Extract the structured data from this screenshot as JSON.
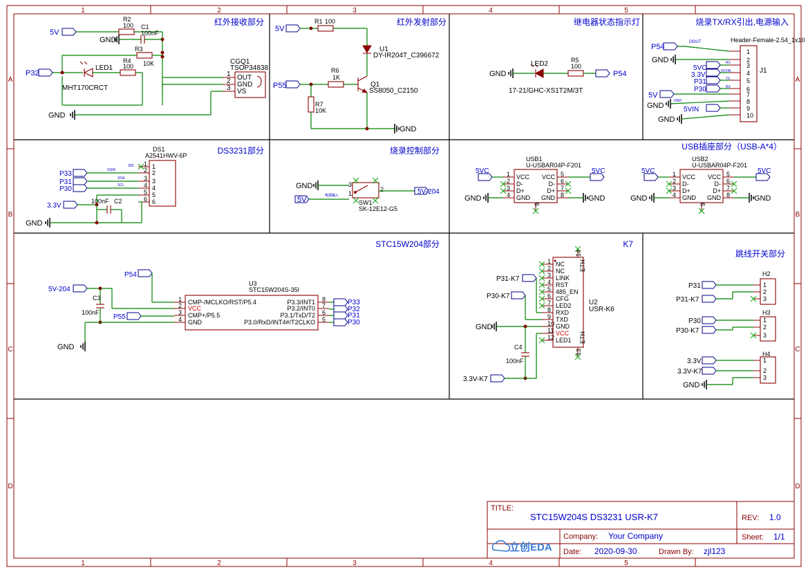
{
  "ruler": {
    "cols": [
      "1",
      "2",
      "3",
      "4",
      "5"
    ],
    "rows": [
      "A",
      "B",
      "C",
      "D"
    ]
  },
  "sections": {
    "ir_rx": "红外接收部分",
    "ir_tx": "红外发射部分",
    "relay": "继电器状态指示灯",
    "uart": "烧录TX/RX引出,电源输入",
    "ds3231": "DS3231部分",
    "burn": "烧录控制部分",
    "usb": "USB插座部分（USB-A*4）",
    "mcu": "STC15W204部分",
    "k7": "K7",
    "jumper": "跳线开关部分"
  },
  "nets": {
    "v5": "5V",
    "gnd": "GND",
    "p32": "P32",
    "p55": "P55",
    "p54": "P54",
    "v5c": "5VC",
    "v33": "3.3V",
    "p31": "P31",
    "p30": "P30",
    "p33": "P33",
    "v5_204": "5V-204",
    "p31k7": "P31-K7",
    "p30k7": "P30-K7",
    "v33k7": "3.3V-K7",
    "v5vin": "5VIN"
  },
  "parts": {
    "r2": {
      "ref": "R2",
      "val": "100"
    },
    "c1": {
      "ref": "C1",
      "val": "100nF"
    },
    "r3": {
      "ref": "R3",
      "val": "10K"
    },
    "r4": {
      "ref": "R4",
      "val": "100"
    },
    "led1": {
      "ref": "LED1",
      "val": "MHT170CRCT"
    },
    "cgq1": {
      "ref": "CGQ1",
      "val": "TSOP34838",
      "pins": [
        "OUT",
        "GND",
        "VS"
      ],
      "nums": [
        "1",
        "2",
        "3"
      ]
    },
    "r1": {
      "ref": "R1",
      "val": "100"
    },
    "u1": {
      "ref": "U1",
      "val": "DY-IR204T_C396672"
    },
    "r6": {
      "ref": "R6",
      "val": "1K"
    },
    "q1": {
      "ref": "Q1",
      "val": "SS8050_C2150"
    },
    "r7": {
      "ref": "R7",
      "val": "10K"
    },
    "led2": {
      "ref": "LED2",
      "val": "17-21/GHC-XS1T2M/3T"
    },
    "r5": {
      "ref": "R5",
      "val": "100"
    },
    "j1": {
      "ref": "J1",
      "val": "Header-Female-2.54_1x10",
      "nums": [
        "1",
        "2",
        "3",
        "4",
        "5",
        "6",
        "7",
        "8",
        "9",
        "10"
      ]
    },
    "ds1": {
      "ref": "DS1",
      "val": "A2541HWV-6P",
      "nums": [
        "1",
        "2",
        "3",
        "4",
        "5",
        "6"
      ]
    },
    "c2": {
      "ref": "C2",
      "val": "100nF"
    },
    "sw1": {
      "ref": "SW1",
      "val": "SK-12E12-G5"
    },
    "usb1": {
      "ref": "USB1",
      "val": "U-USBAR04P-F201"
    },
    "usb2": {
      "ref": "USB2",
      "val": "U-USBAR04P-F201"
    },
    "usb_pins_left": [
      "VCC",
      "D-",
      "D+",
      "GND"
    ],
    "usb_pins_right": [
      "VCC",
      "D-",
      "D+",
      "GND"
    ],
    "usb_nums_left": [
      "1",
      "2",
      "3",
      "4"
    ],
    "usb_nums_right": [
      "5",
      "6",
      "7",
      "8"
    ],
    "usb_bottom": "9",
    "u3": {
      "ref": "U3",
      "val": "STC15W204S-35I",
      "left": [
        "CMP-/MCLKO/RST/P5.4",
        "VCC",
        "CMP+/P5.5",
        "GND"
      ],
      "right": [
        "P3.3/INT1",
        "P3.2/INT0",
        "P3.1/TxD/T2",
        "P3.0/RxD/INT4#/T2CLKO"
      ],
      "lnums": [
        "1",
        "2",
        "3",
        "4"
      ],
      "rnums": [
        "8",
        "7",
        "6",
        "5"
      ]
    },
    "c3": {
      "ref": "C3",
      "val": "100nF"
    },
    "u2": {
      "ref": "U2",
      "val": "USR-K6",
      "pins": [
        "NC",
        "NC",
        "LINK",
        "RST",
        "485_EN",
        "CFG",
        "LED2",
        "RXD",
        "TXD",
        "GND",
        "VCC",
        "LED1"
      ],
      "nums": [
        "1",
        "2",
        "3",
        "4",
        "5",
        "6",
        "7",
        "8",
        "9",
        "10",
        "11",
        "12"
      ],
      "eth": "ETH",
      "n13": "13",
      "n14": "14"
    },
    "c4": {
      "ref": "C4",
      "val": "100nF"
    },
    "h2": {
      "ref": "H2",
      "nums": [
        "1",
        "2",
        "3"
      ]
    },
    "h3": {
      "ref": "H3",
      "nums": [
        "1",
        "2",
        "3"
      ]
    },
    "h4": {
      "ref": "H4",
      "nums": [
        "1",
        "2",
        "3"
      ]
    }
  },
  "small_labels": {
    "oout": "OOUT",
    "rx": "RX",
    "v5vin_s": "5VVIN",
    "tx": "TX",
    "gnd_s": "GND",
    "sqw": "SQW",
    "k32": "32K",
    "sda": "SDA",
    "scl": "SCL",
    "power_in": "电源输入"
  },
  "titleblock": {
    "title_label": "TITLE:",
    "title": "STC15W204S DS3231 USR-K7",
    "rev_label": "REV:",
    "rev": "1.0",
    "company_label": "Company:",
    "company": "Your Company",
    "sheet_label": "Sheet:",
    "sheet": "1/1",
    "date_label": "Date:",
    "date": "2020-09-30",
    "drawn_label": "Drawn By:",
    "drawn": "zjl123",
    "logo": "立创EDA"
  }
}
